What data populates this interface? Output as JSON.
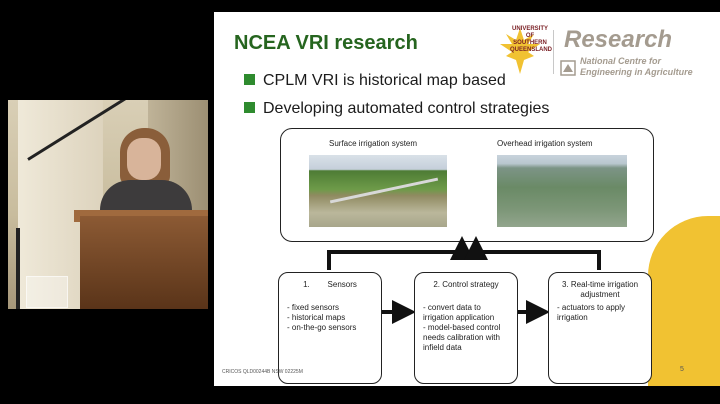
{
  "slide": {
    "title": "NCEA VRI research",
    "logo": {
      "university": "UNIVERSITY OF SOUTHERN QUEENSLAND",
      "research_label": "Research",
      "centre_name": "National Centre for Engineering in Agriculture"
    },
    "bullets": [
      "CPLM VRI is historical map based",
      "Developing automated control strategies"
    ],
    "images": {
      "surface_caption": "Surface irrigation system",
      "overhead_caption": "Overhead irrigation system"
    },
    "boxes": [
      {
        "title": "1.        Sensors",
        "items": [
          "- fixed sensors",
          "- historical maps",
          "- on-the-go sensors"
        ]
      },
      {
        "title": "2. Control strategy",
        "items": [
          "- convert data to irrigation application",
          "- model-based control needs calibration with infield data"
        ]
      },
      {
        "title": "3. Real-time irrigation adjustment",
        "items": [
          "- actuators to apply irrigation"
        ]
      }
    ],
    "footer": "CRICOS QLD00244B NSW 02225M",
    "page_number": "5"
  },
  "colors": {
    "title_green": "#26651f",
    "bullet_green": "#2e8b2e",
    "research_grey": "#a49b8f",
    "accent_gold": "#f1c232"
  }
}
